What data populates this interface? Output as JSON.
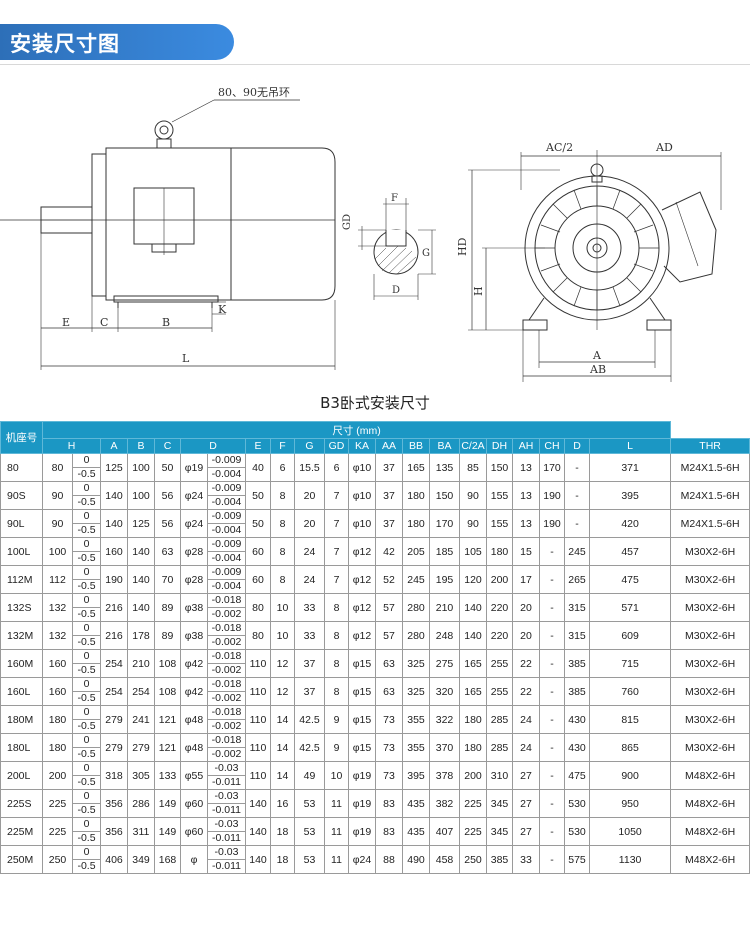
{
  "header": {
    "title": "安装尺寸图"
  },
  "drawing": {
    "note": "80、90无吊环",
    "side_labels": {
      "E": "E",
      "C": "C",
      "B": "B",
      "K": "K",
      "L": "L"
    },
    "shaft_labels": {
      "GD": "GD",
      "F": "F",
      "G": "G",
      "D": "D"
    },
    "front_labels": {
      "AC2": "AC/2",
      "AD": "AD",
      "HD": "HD",
      "H": "H",
      "A": "A",
      "AB": "AB"
    }
  },
  "caption": "B3卧式安装尺寸",
  "table": {
    "seat_header": "机座号",
    "group_header": "尺寸 (mm)",
    "columns": [
      "H",
      "A",
      "B",
      "C",
      "D",
      "E",
      "F",
      "G",
      "GD",
      "KA",
      "AA",
      "BB",
      "BA",
      "C/2A",
      "DH",
      "AH",
      "CH",
      "D",
      "L",
      "THR"
    ],
    "rows": [
      {
        "seat": "80",
        "h": "80",
        "ht": "0",
        "hb": "-0.5",
        "a": "125",
        "b": "100",
        "c": "50",
        "d": "φ19",
        "dt": "-0.009",
        "db": "-0.004",
        "e": "40",
        "f": "6",
        "g": "15.5",
        "gd": "6",
        "ka": "φ10",
        "aa": "37",
        "bb": "165",
        "ba": "135",
        "c2a": "85",
        "dh": "150",
        "ah": "13",
        "ch": "170",
        "d2": "-",
        "l": "371",
        "thr": "M24X1.5-6H"
      },
      {
        "seat": "90S",
        "h": "90",
        "ht": "0",
        "hb": "-0.5",
        "a": "140",
        "b": "100",
        "c": "56",
        "d": "φ24",
        "dt": "-0.009",
        "db": "-0.004",
        "e": "50",
        "f": "8",
        "g": "20",
        "gd": "7",
        "ka": "φ10",
        "aa": "37",
        "bb": "180",
        "ba": "150",
        "c2a": "90",
        "dh": "155",
        "ah": "13",
        "ch": "190",
        "d2": "-",
        "l": "395",
        "thr": "M24X1.5-6H"
      },
      {
        "seat": "90L",
        "h": "90",
        "ht": "0",
        "hb": "-0.5",
        "a": "140",
        "b": "125",
        "c": "56",
        "d": "φ24",
        "dt": "-0.009",
        "db": "-0.004",
        "e": "50",
        "f": "8",
        "g": "20",
        "gd": "7",
        "ka": "φ10",
        "aa": "37",
        "bb": "180",
        "ba": "170",
        "c2a": "90",
        "dh": "155",
        "ah": "13",
        "ch": "190",
        "d2": "-",
        "l": "420",
        "thr": "M24X1.5-6H"
      },
      {
        "seat": "100L",
        "h": "100",
        "ht": "0",
        "hb": "-0.5",
        "a": "160",
        "b": "140",
        "c": "63",
        "d": "φ28",
        "dt": "-0.009",
        "db": "-0.004",
        "e": "60",
        "f": "8",
        "g": "24",
        "gd": "7",
        "ka": "φ12",
        "aa": "42",
        "bb": "205",
        "ba": "185",
        "c2a": "105",
        "dh": "180",
        "ah": "15",
        "ch": "-",
        "d2": "245",
        "l": "457",
        "thr": "M30X2-6H"
      },
      {
        "seat": "112M",
        "h": "112",
        "ht": "0",
        "hb": "-0.5",
        "a": "190",
        "b": "140",
        "c": "70",
        "d": "φ28",
        "dt": "-0.009",
        "db": "-0.004",
        "e": "60",
        "f": "8",
        "g": "24",
        "gd": "7",
        "ka": "φ12",
        "aa": "52",
        "bb": "245",
        "ba": "195",
        "c2a": "120",
        "dh": "200",
        "ah": "17",
        "ch": "-",
        "d2": "265",
        "l": "475",
        "thr": "M30X2-6H"
      },
      {
        "seat": "132S",
        "h": "132",
        "ht": "0",
        "hb": "-0.5",
        "a": "216",
        "b": "140",
        "c": "89",
        "d": "φ38",
        "dt": "-0.018",
        "db": "-0.002",
        "e": "80",
        "f": "10",
        "g": "33",
        "gd": "8",
        "ka": "φ12",
        "aa": "57",
        "bb": "280",
        "ba": "210",
        "c2a": "140",
        "dh": "220",
        "ah": "20",
        "ch": "-",
        "d2": "315",
        "l": "571",
        "thr": "M30X2-6H"
      },
      {
        "seat": "132M",
        "h": "132",
        "ht": "0",
        "hb": "-0.5",
        "a": "216",
        "b": "178",
        "c": "89",
        "d": "φ38",
        "dt": "-0.018",
        "db": "-0.002",
        "e": "80",
        "f": "10",
        "g": "33",
        "gd": "8",
        "ka": "φ12",
        "aa": "57",
        "bb": "280",
        "ba": "248",
        "c2a": "140",
        "dh": "220",
        "ah": "20",
        "ch": "-",
        "d2": "315",
        "l": "609",
        "thr": "M30X2-6H"
      },
      {
        "seat": "160M",
        "h": "160",
        "ht": "0",
        "hb": "-0.5",
        "a": "254",
        "b": "210",
        "c": "108",
        "d": "φ42",
        "dt": "-0.018",
        "db": "-0.002",
        "e": "110",
        "f": "12",
        "g": "37",
        "gd": "8",
        "ka": "φ15",
        "aa": "63",
        "bb": "325",
        "ba": "275",
        "c2a": "165",
        "dh": "255",
        "ah": "22",
        "ch": "-",
        "d2": "385",
        "l": "715",
        "thr": "M30X2-6H"
      },
      {
        "seat": "160L",
        "h": "160",
        "ht": "0",
        "hb": "-0.5",
        "a": "254",
        "b": "254",
        "c": "108",
        "d": "φ42",
        "dt": "-0.018",
        "db": "-0.002",
        "e": "110",
        "f": "12",
        "g": "37",
        "gd": "8",
        "ka": "φ15",
        "aa": "63",
        "bb": "325",
        "ba": "320",
        "c2a": "165",
        "dh": "255",
        "ah": "22",
        "ch": "-",
        "d2": "385",
        "l": "760",
        "thr": "M30X2-6H"
      },
      {
        "seat": "180M",
        "h": "180",
        "ht": "0",
        "hb": "-0.5",
        "a": "279",
        "b": "241",
        "c": "121",
        "d": "φ48",
        "dt": "-0.018",
        "db": "-0.002",
        "e": "110",
        "f": "14",
        "g": "42.5",
        "gd": "9",
        "ka": "φ15",
        "aa": "73",
        "bb": "355",
        "ba": "322",
        "c2a": "180",
        "dh": "285",
        "ah": "24",
        "ch": "-",
        "d2": "430",
        "l": "815",
        "thr": "M30X2-6H"
      },
      {
        "seat": "180L",
        "h": "180",
        "ht": "0",
        "hb": "-0.5",
        "a": "279",
        "b": "279",
        "c": "121",
        "d": "φ48",
        "dt": "-0.018",
        "db": "-0.002",
        "e": "110",
        "f": "14",
        "g": "42.5",
        "gd": "9",
        "ka": "φ15",
        "aa": "73",
        "bb": "355",
        "ba": "370",
        "c2a": "180",
        "dh": "285",
        "ah": "24",
        "ch": "-",
        "d2": "430",
        "l": "865",
        "thr": "M30X2-6H"
      },
      {
        "seat": "200L",
        "h": "200",
        "ht": "0",
        "hb": "-0.5",
        "a": "318",
        "b": "305",
        "c": "133",
        "d": "φ55",
        "dt": "-0.03",
        "db": "-0.011",
        "e": "110",
        "f": "14",
        "g": "49",
        "gd": "10",
        "ka": "φ19",
        "aa": "73",
        "bb": "395",
        "ba": "378",
        "c2a": "200",
        "dh": "310",
        "ah": "27",
        "ch": "-",
        "d2": "475",
        "l": "900",
        "thr": "M48X2-6H"
      },
      {
        "seat": "225S",
        "h": "225",
        "ht": "0",
        "hb": "-0.5",
        "a": "356",
        "b": "286",
        "c": "149",
        "d": "φ60",
        "dt": "-0.03",
        "db": "-0.011",
        "e": "140",
        "f": "16",
        "g": "53",
        "gd": "11",
        "ka": "φ19",
        "aa": "83",
        "bb": "435",
        "ba": "382",
        "c2a": "225",
        "dh": "345",
        "ah": "27",
        "ch": "-",
        "d2": "530",
        "l": "950",
        "thr": "M48X2-6H"
      },
      {
        "seat": "225M",
        "h": "225",
        "ht": "0",
        "hb": "-0.5",
        "a": "356",
        "b": "311",
        "c": "149",
        "d": "φ60",
        "dt": "-0.03",
        "db": "-0.011",
        "e": "140",
        "f": "18",
        "g": "53",
        "gd": "11",
        "ka": "φ19",
        "aa": "83",
        "bb": "435",
        "ba": "407",
        "c2a": "225",
        "dh": "345",
        "ah": "27",
        "ch": "-",
        "d2": "530",
        "l": "1050",
        "thr": "M48X2-6H"
      },
      {
        "seat": "250M",
        "h": "250",
        "ht": "0",
        "hb": "-0.5",
        "a": "406",
        "b": "349",
        "c": "168",
        "d": "φ",
        "dt": "-0.03",
        "db": "-0.011",
        "e": "140",
        "f": "18",
        "g": "53",
        "gd": "11",
        "ka": "φ24",
        "aa": "88",
        "bb": "490",
        "ba": "458",
        "c2a": "250",
        "dh": "385",
        "ah": "33",
        "ch": "-",
        "d2": "575",
        "l": "1130",
        "thr": "M48X2-6H"
      }
    ]
  }
}
